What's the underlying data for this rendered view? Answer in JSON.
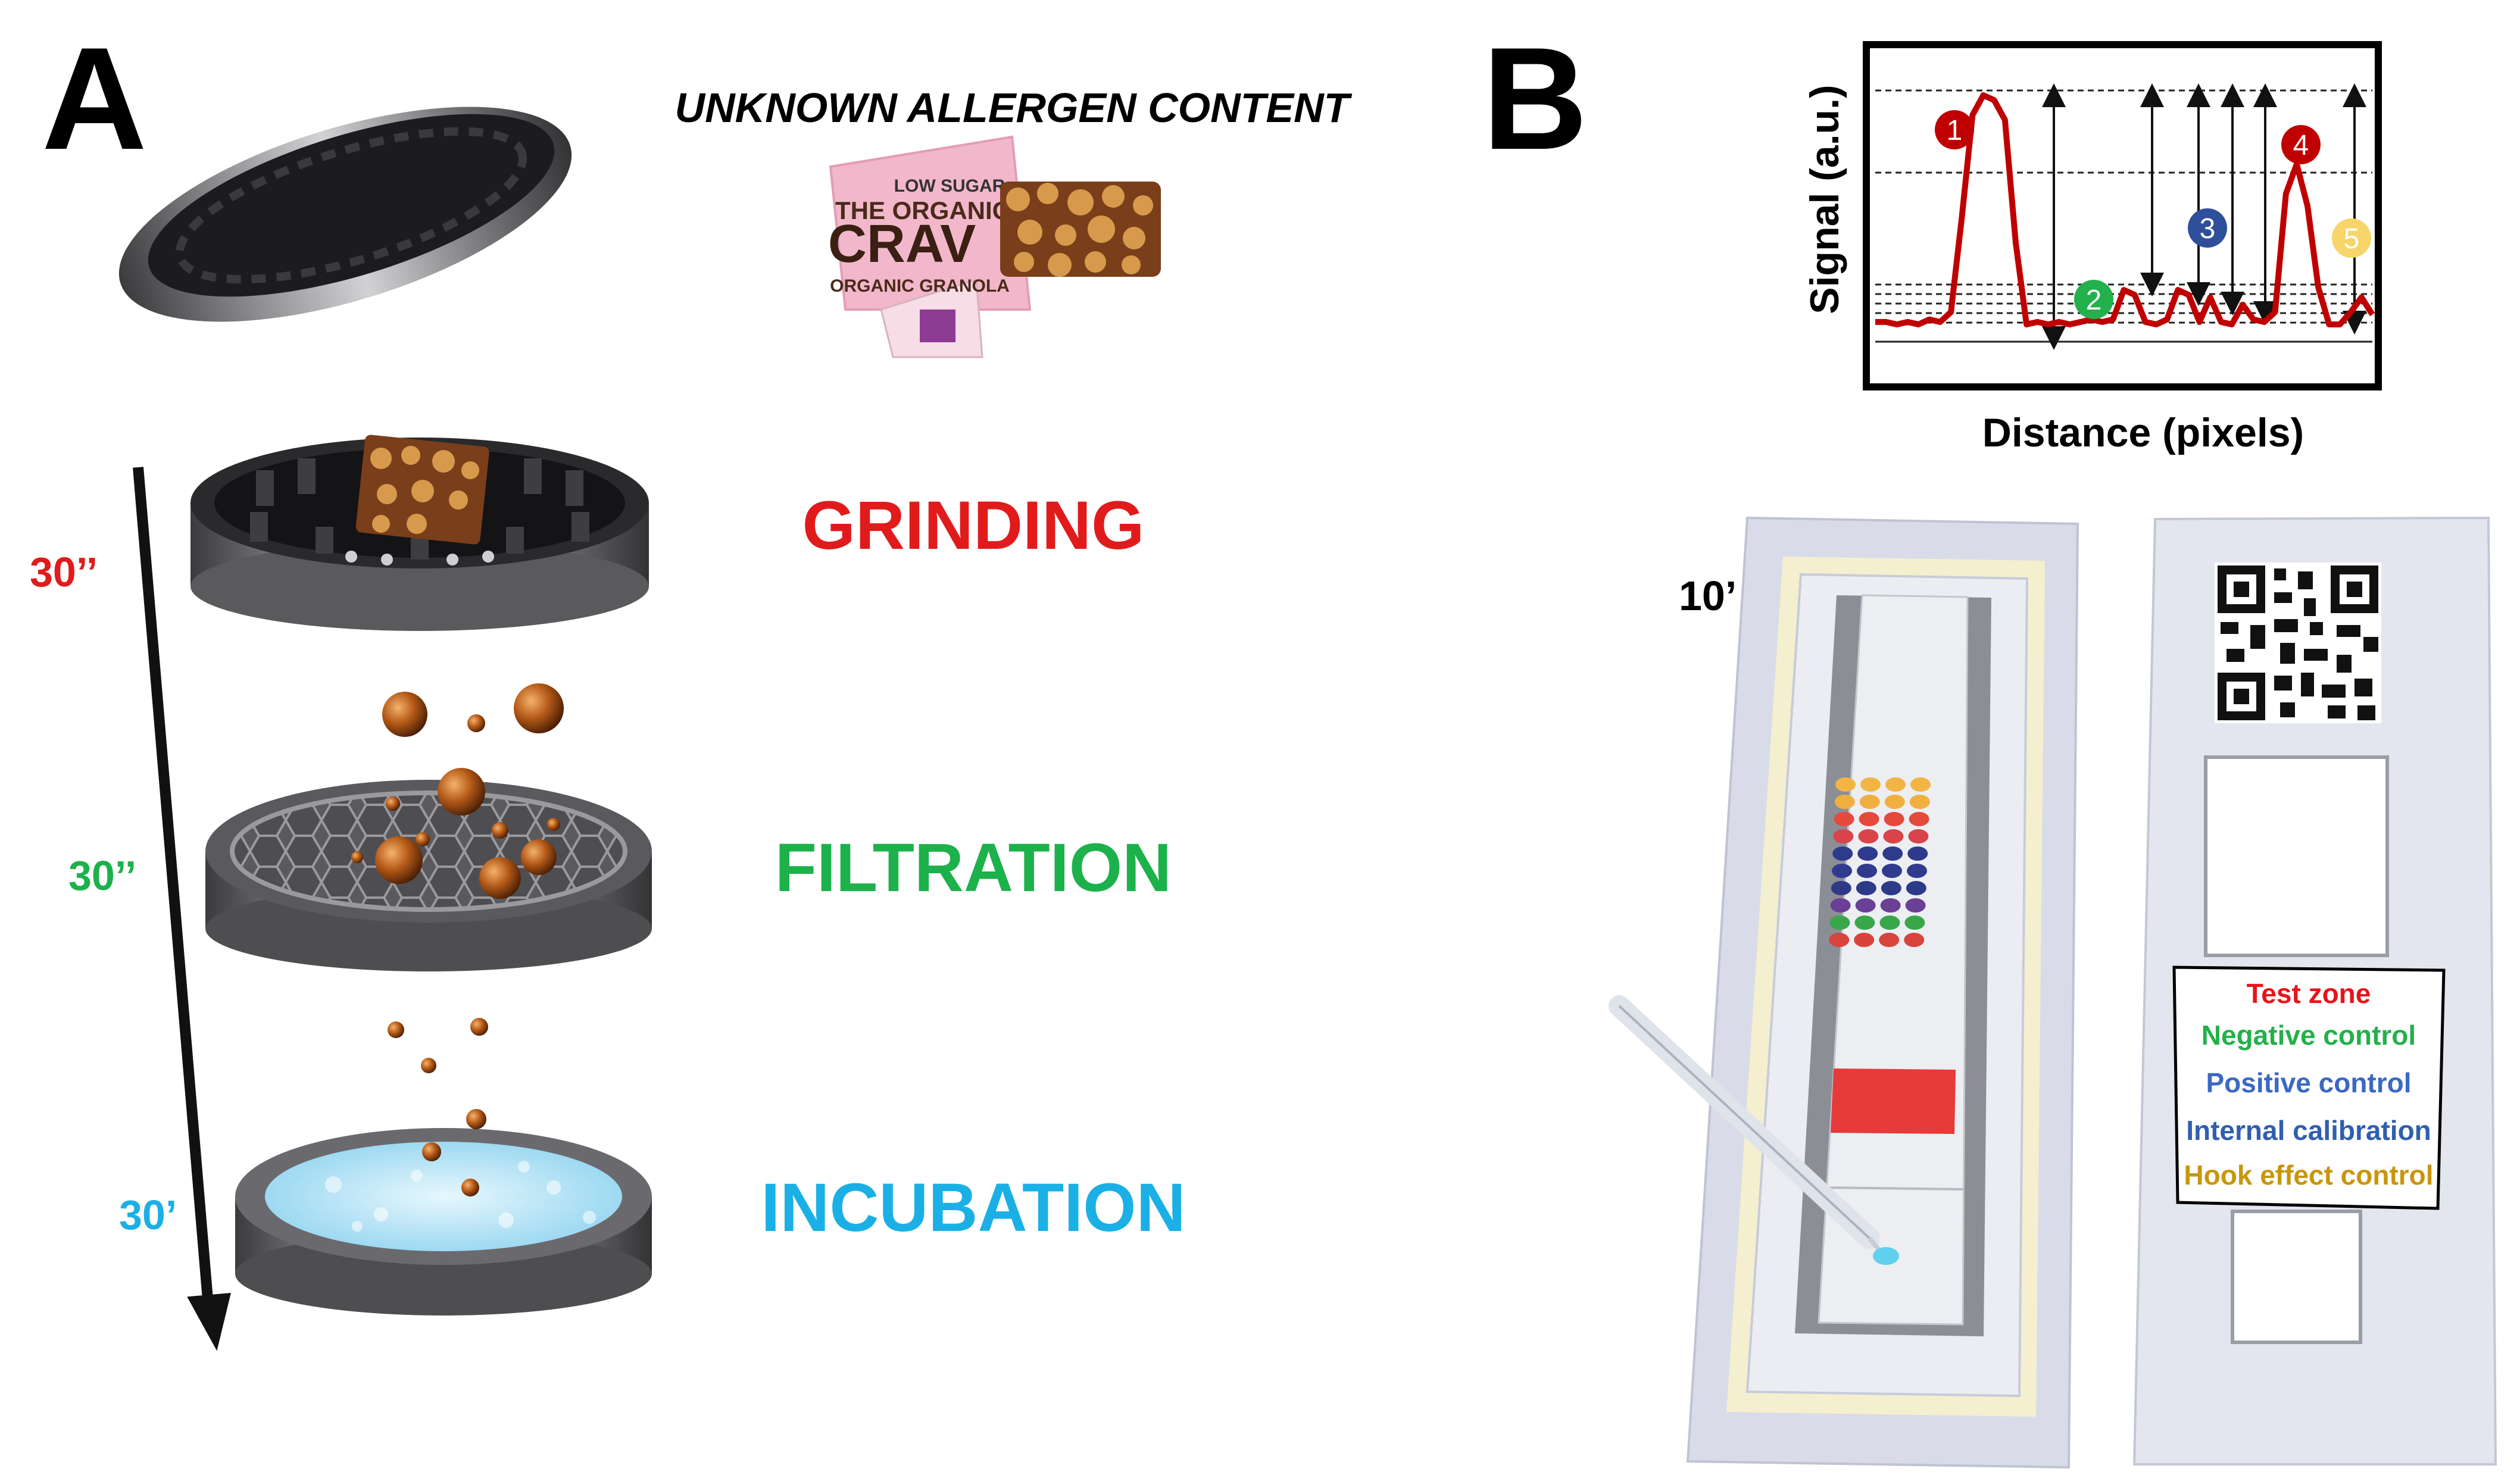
{
  "panels": {
    "a": {
      "letter": "A"
    },
    "b": {
      "letter": "B"
    }
  },
  "sample": {
    "heading": "UNKNOWN ALLERGEN CONTENT",
    "wrapper_lines": [
      "THE ORGANIC",
      "CRAV",
      "ORGANIC GRANOLA",
      "LOW SUGAR"
    ],
    "wrapper_color": "#f2b7cb"
  },
  "steps": [
    {
      "label": "GRINDING",
      "time": "30’’",
      "color": "#e11b1b"
    },
    {
      "label": "FILTRATION",
      "time": "30’’",
      "color": "#1db14b"
    },
    {
      "label": "INCUBATION",
      "time": "30’",
      "color": "#1ab0e6"
    }
  ],
  "assay": {
    "time": "10’"
  },
  "chart": {
    "xlabel": "Distance (pixels)",
    "ylabel": "Signal (a.u.)",
    "line_color": "#c00000",
    "markers": [
      {
        "label": "1",
        "color": "#c00000"
      },
      {
        "label": "2",
        "color": "#22b14c"
      },
      {
        "label": "3",
        "color": "#2f4f9b"
      },
      {
        "label": "4",
        "color": "#c00000"
      },
      {
        "label": "5",
        "color": "#f7d56b"
      }
    ]
  },
  "chart_data": {
    "type": "line",
    "title": "",
    "xlabel": "Distance (pixels)",
    "ylabel": "Signal (a.u.)",
    "grid": false,
    "series": [
      {
        "values": [
          0.08,
          0.08,
          0.07,
          0.08,
          0.07,
          0.09,
          0.08,
          0.12,
          0.5,
          0.92,
          1.0,
          0.98,
          0.9,
          0.4,
          0.07,
          0.08,
          0.07,
          0.08,
          0.07,
          0.08,
          0.09,
          0.08,
          0.09,
          0.21,
          0.19,
          0.08,
          0.07,
          0.09,
          0.21,
          0.19,
          0.08,
          0.18,
          0.08,
          0.07,
          0.15,
          0.09,
          0.08,
          0.12,
          0.6,
          0.72,
          0.55,
          0.22,
          0.07,
          0.07,
          0.12,
          0.18,
          0.11
        ]
      }
    ]
  },
  "legend": {
    "items": [
      {
        "label": "Test zone",
        "color": "#e8141b"
      },
      {
        "label": "Negative control",
        "color": "#24b04b"
      },
      {
        "label": "Positive control",
        "color": "#3b68c4"
      },
      {
        "label": "Internal calibration",
        "color": "#2f5fb0"
      },
      {
        "label": "Hook effect control",
        "color": "#c8960a"
      }
    ]
  },
  "dot_rows": [
    {
      "color": "#f2b544"
    },
    {
      "color": "#f0b040"
    },
    {
      "color": "#e34a3c"
    },
    {
      "color": "#d8444a"
    },
    {
      "color": "#2e3a8c"
    },
    {
      "color": "#313b8e"
    },
    {
      "color": "#2c3a87"
    },
    {
      "color": "#6a3f96"
    },
    {
      "color": "#3aa64a"
    },
    {
      "color": "#d8443c"
    }
  ]
}
